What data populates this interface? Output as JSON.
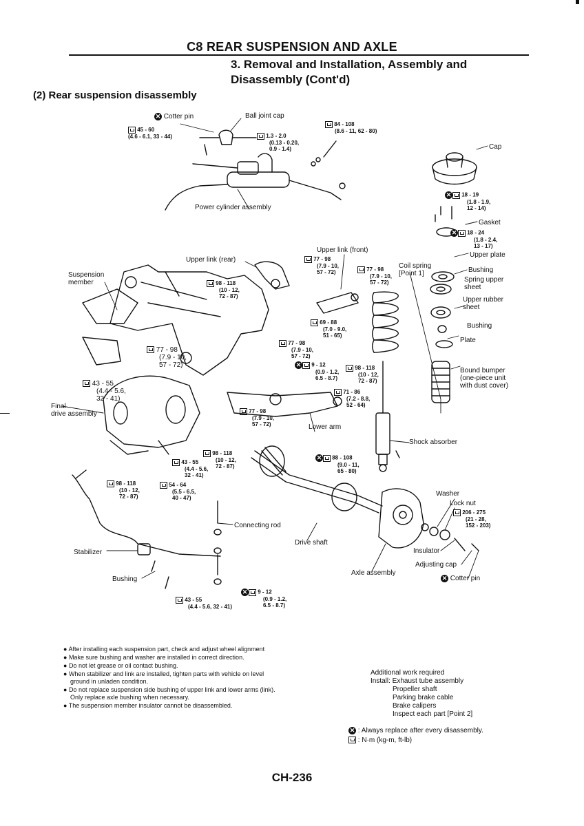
{
  "header": {
    "chapter_title": "C8 REAR SUSPENSION AND AXLE",
    "section_line1": "3. Removal and Installation, Assembly and",
    "section_line2": "Disassembly (Cont'd)",
    "subsection": "(2) Rear suspension disassembly"
  },
  "labels": {
    "cotter_pin_top": "Cotter pin",
    "ball_joint_cap": "Ball joint cap",
    "power_cylinder": "Power cylinder assembly",
    "cap": "Cap",
    "gasket": "Gasket",
    "upper_plate": "Upper plate",
    "bushing_top": "Bushing",
    "spring_upper_sheet_1": "Spring upper",
    "spring_upper_sheet_2": "sheet",
    "upper_rubber_sheet_1": "Upper rubber",
    "upper_rubber_sheet_2": "sheet",
    "bushing_mid": "Bushing",
    "plate": "Plate",
    "bound_bumper_1": "Bound bumper",
    "bound_bumper_2": "(one-piece unit",
    "bound_bumper_3": "with dust cover)",
    "upper_link_front": "Upper link (front)",
    "upper_link_rear": "Upper link (rear)",
    "coil_spring": "Coil spring",
    "point1": "[Point 1]",
    "suspension_member_1": "Suspension",
    "suspension_member_2": "member",
    "final_drive_1": "Final",
    "final_drive_2": "drive assembly",
    "lower_arm": "Lower arm",
    "shock_absorber": "Shock absorber",
    "washer": "Washer",
    "lock_nut": "Lock nut",
    "connecting_rod": "Connecting rod",
    "drive_shaft": "Drive shaft",
    "stabilizer": "Stabilizer",
    "insulator": "Insulator",
    "adjusting_cap": "Adjusting cap",
    "axle_assembly": "Axle assembly",
    "cotter_pin_bottom": "Cotter pin",
    "bushing_bottom": "Bushing"
  },
  "torques": {
    "t1": [
      "45 - 60",
      "(4.6 - 6.1, 33 - 44)"
    ],
    "t2": [
      "1.3 - 2.0",
      "(0.13 - 0.20,",
      "0.9 - 1.4)"
    ],
    "t3": [
      "84 - 108",
      "(8.6 - 11, 62 - 80)"
    ],
    "t4": [
      "18 - 19",
      "(1.8 - 1.9,",
      "12 - 14)"
    ],
    "t5": [
      "18 - 24",
      "(1.8 - 2.4,",
      "13 - 17)"
    ],
    "t6": [
      "77 - 98",
      "(7.9 - 10,",
      "57 - 72)"
    ],
    "t7": [
      "77 - 98",
      "(7.9 - 10,",
      "57 - 72)"
    ],
    "t8": [
      "98 - 118",
      "(10 - 12,",
      "72 - 87)"
    ],
    "t9": [
      "69 - 88",
      "(7.0 - 9.0,",
      "51 - 65)"
    ],
    "t10": [
      "77 - 98",
      "(7.9 - 10,",
      "57 - 72)"
    ],
    "t11": [
      "77 - 98",
      "(7.9 - 10,",
      "57 - 72)"
    ],
    "t12": [
      "9 - 12",
      "(0.9 - 1.2,",
      "6.5 - 8.7)"
    ],
    "t13": [
      "98 - 118",
      "(10 - 12,",
      "72 - 87)"
    ],
    "t14": [
      "43 - 55",
      "(4.4 - 5.6,",
      "32 - 41)"
    ],
    "t15": [
      "71 - 86",
      "(7.2 - 8.8,",
      "52 - 64)"
    ],
    "t16": [
      "77 - 98",
      "(7.9 - 10,",
      "57 - 72)"
    ],
    "t17": [
      "98 - 118",
      "(10 - 12,",
      "72 - 87)"
    ],
    "t18": [
      "43 - 55",
      "(4.4 - 5.6,",
      "32 - 41)"
    ],
    "t19": [
      "88 - 108",
      "(9.0 - 11,",
      "65 - 80)"
    ],
    "t20": [
      "98 - 118",
      "(10 - 12,",
      "72 - 87)"
    ],
    "t21": [
      "54 - 64",
      "(5.5 - 6.5,",
      "40 - 47)"
    ],
    "t22": [
      "206 - 275",
      "(21 - 28,",
      "152 - 203)"
    ],
    "t23": [
      "43 - 55",
      "(4.4 - 5.6, 32 - 41)"
    ],
    "t24": [
      "9 - 12",
      "(0.9 - 1.2,",
      "6.5 - 8.7)"
    ]
  },
  "notes": [
    "After installing each suspension part, check and adjust wheel alignment",
    "Make sure bushing and washer are installed in correct direction.",
    "Do not let grease or oil contact bushing.",
    "When stabilizer and link are installed, tighten parts with vehicle on level ground in unladen condition.",
    "Do not replace suspension side bushing of upper link and lower arms (link). Only replace axle bushing when necessary.",
    "The suspension member insulator cannot be disassembled."
  ],
  "additional_work": [
    "Additional work required",
    "Install: Exhaust tube assembly",
    "Propeller shaft",
    "Parking brake cable",
    "Brake calipers",
    "Inspect each part [Point 2]"
  ],
  "legend": {
    "replace": ": Always replace after every disassembly.",
    "torque": ": N·m (kg-m, ft-lb)"
  },
  "page_number": "CH-236"
}
